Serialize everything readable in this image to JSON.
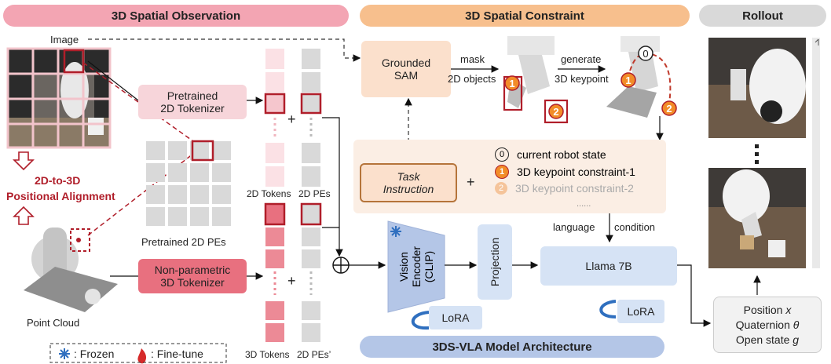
{
  "headers": {
    "observation": "3D Spatial Observation",
    "constraint": "3D Spatial Constraint",
    "rollout": "Rollout",
    "architecture": "3DS-VLA Model Architecture"
  },
  "observation": {
    "image_label": "Image",
    "point_cloud_label": "Point Cloud",
    "alignment_line1": "2D-to-3D",
    "alignment_line2": "Positional Alignment",
    "pretrained_tokenizer_line1": "Pretrained",
    "pretrained_tokenizer_line2": "2D Tokenizer",
    "nonparam_tokenizer_line1": "Non-parametric",
    "nonparam_tokenizer_line2": "3D Tokenizer",
    "pretrained_pes_label": "Pretrained 2D PEs",
    "tokens2d_label": "2D Tokens",
    "pes2d_label": "2D PEs",
    "tokens3d_label": "3D Tokens",
    "pes2d_prime_label": "2D PEs’"
  },
  "constraint": {
    "sam_line1": "Grounded",
    "sam_line2": "SAM",
    "mask_label": "mask",
    "objects_label": "2D objects",
    "generate_label": "generate",
    "keypoint_label": "3D keypoint",
    "task_line1": "Task",
    "task_line2": "Instruction",
    "legend": [
      {
        "marker": "0",
        "text": "current robot state",
        "style": "hollow"
      },
      {
        "marker": "1",
        "text": "3D keypoint constraint-1",
        "style": "filled"
      },
      {
        "marker": "2",
        "text": "3D keypoint constraint-2",
        "style": "faded"
      }
    ],
    "ellipsis": "......",
    "language_label": "language",
    "condition_label": "condition"
  },
  "architecture": {
    "vision_line1": "Vision",
    "vision_line2": "Encoder",
    "vision_line3": "(CLIP)",
    "projection_label": "Projection",
    "llama_label": "Llama 7B",
    "lora_label": "LoRA"
  },
  "rollout": {
    "position": "Position",
    "position_var": "x",
    "quaternion": "Quaternion",
    "quaternion_var": "θ",
    "open_state": "Open state",
    "open_state_var": "g"
  },
  "legend_bottom": {
    "frozen": ": Frozen",
    "finetune": ": Fine-tune"
  },
  "colors": {
    "observation_header": "#f3a5b3",
    "constraint_header": "#f7bf8d",
    "rollout_header": "#d9d9d9",
    "architecture_header": "#b4c6e7",
    "dark_red": "#b01e2a",
    "blue_box": "#d6e3f5",
    "pink_box": "#f7d5da",
    "dark_pink_box": "#e8707f"
  }
}
